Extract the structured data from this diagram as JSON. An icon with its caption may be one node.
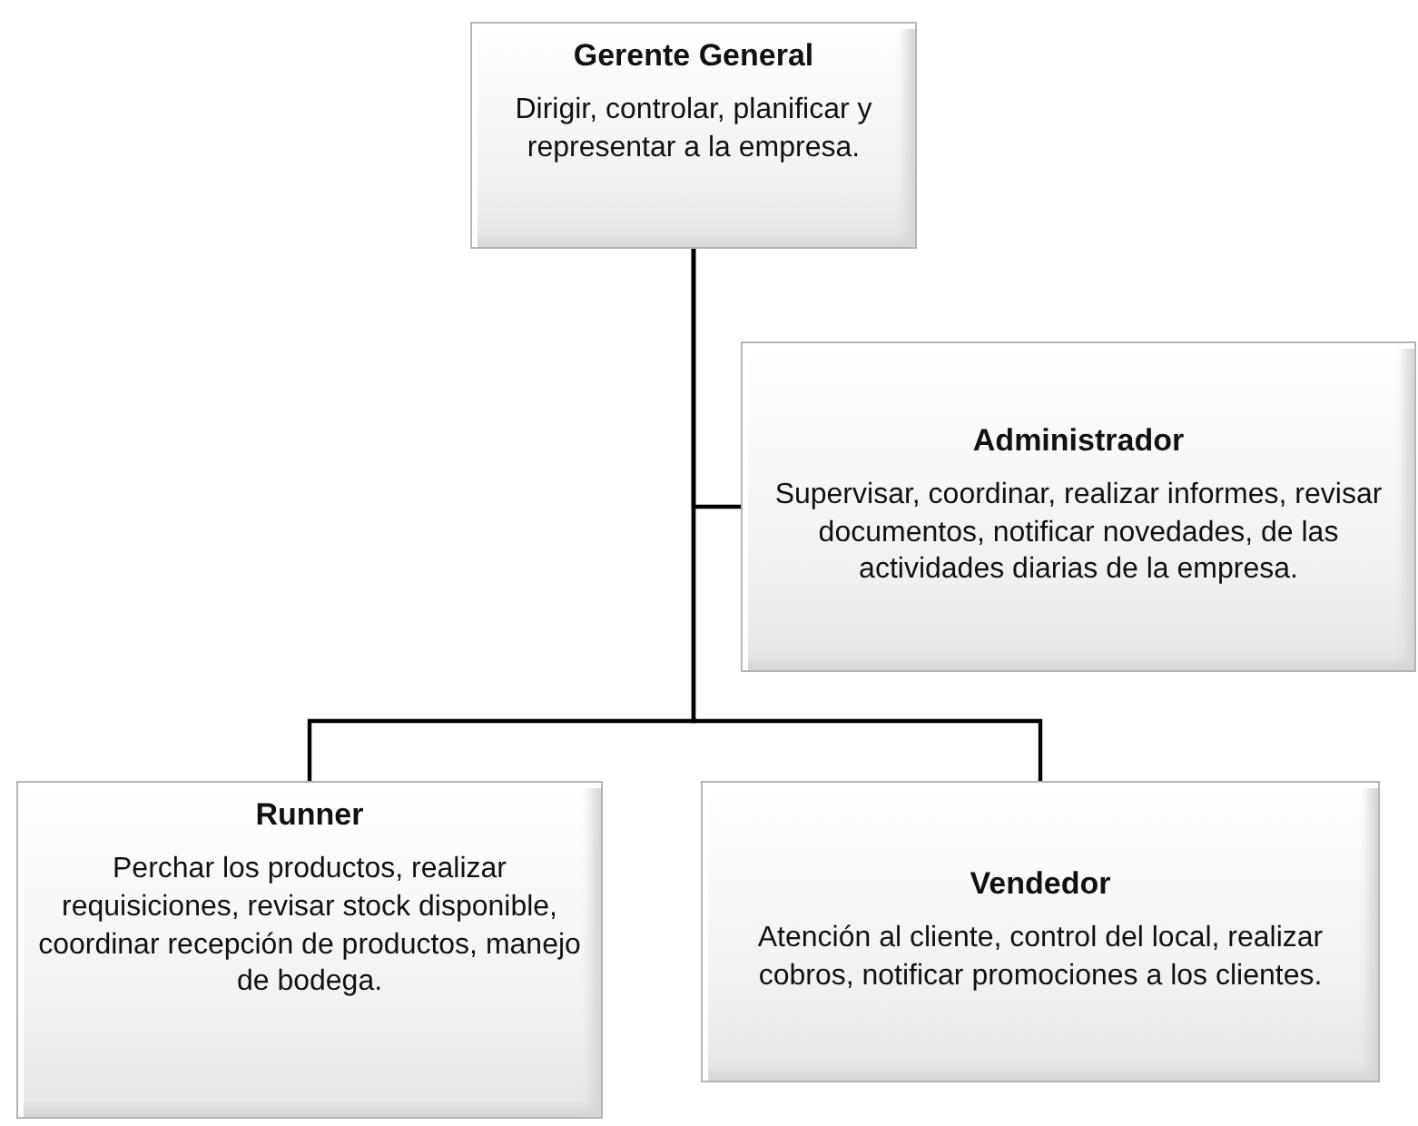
{
  "diagram": {
    "nodes": [
      {
        "text": [
          "Gerente General",
          "Dirigir, controlar, planificar y representar a la empresa."
        ]
      },
      {
        "text": [
          "Administrador",
          "Supervisar, coordinar, realizar informes, revisar documentos, notificar novedades, de las actividades diarias de la empresa."
        ]
      },
      {
        "text": [
          "Runner",
          "Perchar los productos, realizar requisiciones, revisar stock disponible, coordinar recepción de productos, manejo de bodega."
        ]
      },
      {
        "text": [
          "Vendedor",
          "Atención al cliente, control del local, realizar cobros, notificar promociones a los clientes."
        ]
      }
    ],
    "edges": [
      {
        "from": 0,
        "to": 1,
        "arrow": "none"
      },
      {
        "from": 0,
        "to": 2,
        "arrow": "none"
      },
      {
        "from": 0,
        "to": 3,
        "arrow": "none"
      }
    ]
  }
}
